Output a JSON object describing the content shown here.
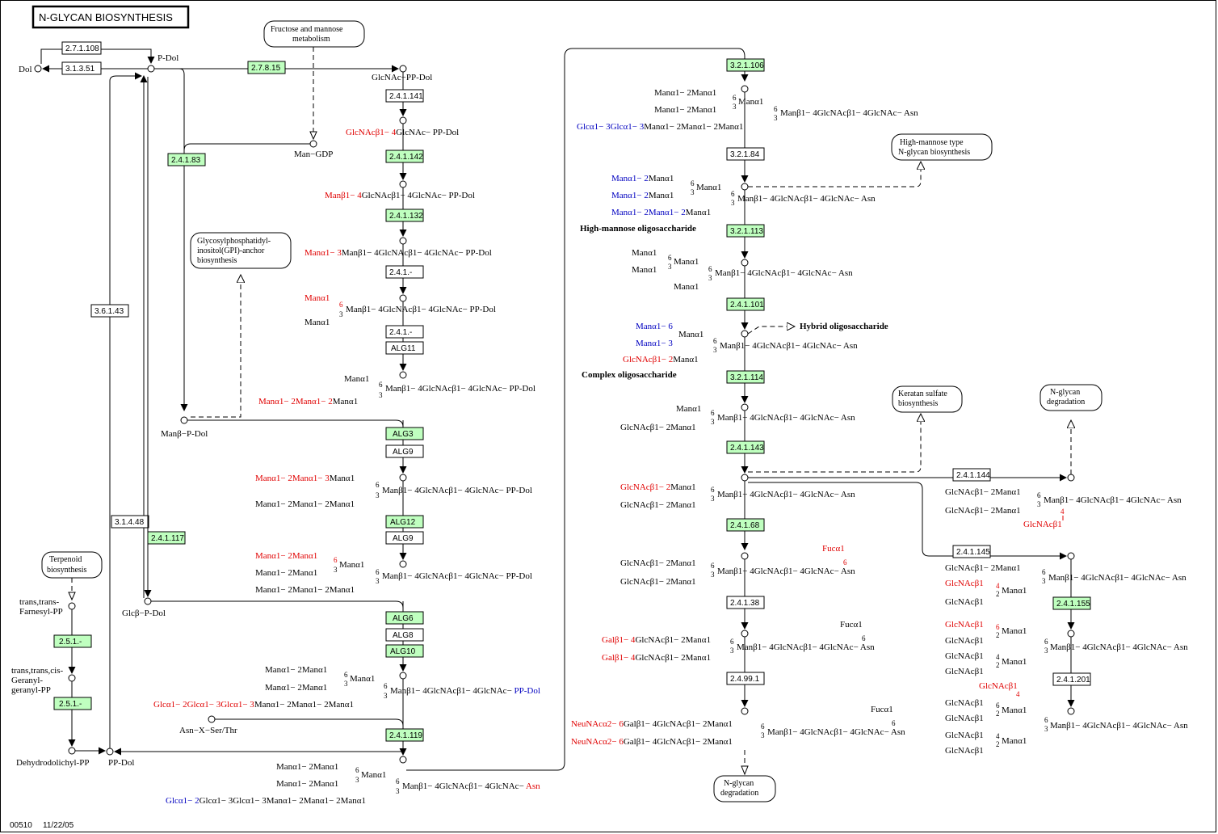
{
  "title": "N-GLYCAN BIOSYNTHESIS",
  "footer": {
    "map_id": "00510",
    "date": "11/22/05"
  },
  "colors": {
    "enzyme_highlight": "#bfffbf",
    "red_text": "#e00000",
    "blue_text": "#0000c0"
  },
  "enzymes": {
    "e1": "2.7.1.108",
    "e2": "3.1.3.51",
    "e3": "2.7.8.15",
    "e4": "2.4.1.141",
    "e5": "2.4.1.83",
    "e6": "2.4.1.142",
    "e7": "2.4.1.132",
    "e8": "2.4.1.-",
    "e9": "2.4.1.-",
    "e10": "ALG11",
    "e11": "3.6.1.43",
    "e12": "ALG3",
    "e13": "ALG9",
    "e14": "ALG12",
    "e15": "ALG9",
    "e16": "3.1.4.48",
    "e17": "2.4.1.117",
    "e18": "ALG6",
    "e19": "ALG8",
    "e20": "ALG10",
    "e21": "2.4.1.119",
    "e22": "2.5.1.-",
    "e23": "2.5.1.-",
    "e24": "3.2.1.106",
    "e25": "3.2.1.84",
    "e26": "3.2.1.113",
    "e27": "2.4.1.101",
    "e28": "3.2.1.114",
    "e29": "2.4.1.143",
    "e30": "2.4.1.144",
    "e31": "2.4.1.68",
    "e32": "2.4.1.145",
    "e33": "2.4.1.38",
    "e34": "2.4.1.155",
    "e35": "2.4.1.201",
    "e36": "2.4.99.1"
  },
  "maps": {
    "m1": [
      "Fructose and mannose",
      "metabolism"
    ],
    "m2": [
      "Glycosylphosphatidyl-",
      "inositol(GPI)-anchor",
      "biosynthesis"
    ],
    "m3": [
      "Terpenoid",
      "biosynthesis"
    ],
    "m4": [
      "High-mannose type",
      "N-glycan biosynthesis"
    ],
    "m5": [
      "Keratan sulfate",
      "biosynthesis"
    ],
    "m6": [
      "N-glycan",
      "degradation"
    ],
    "m7": [
      "N-glycan",
      "degradation"
    ]
  },
  "compounds": {
    "dol": "Dol",
    "pdol": "P-Dol",
    "glcnac_ppdol": "GlcNAc−PP-Dol",
    "man_gdp": "Man−GDP",
    "manb_pdol": "Manβ−P-Dol",
    "glcb_pdol": "Glcβ−P-Dol",
    "asn_x": "Asn−X−Ser/Thr",
    "ppdol": "PP-Dol",
    "dehydro": "Dehydrodolichyl-PP",
    "tt_farnesyl": [
      "trans,trans-",
      "Farnesyl-PP"
    ],
    "ttc_geranyl": [
      "trans,trans,cis-",
      "Geranyl-",
      "geranyl-PP"
    ]
  },
  "labels": {
    "high_mannose": "High-mannose oligosaccharide",
    "hybrid": "Hybrid oligosaccharide",
    "complex": "Complex oligosaccharide"
  }
}
